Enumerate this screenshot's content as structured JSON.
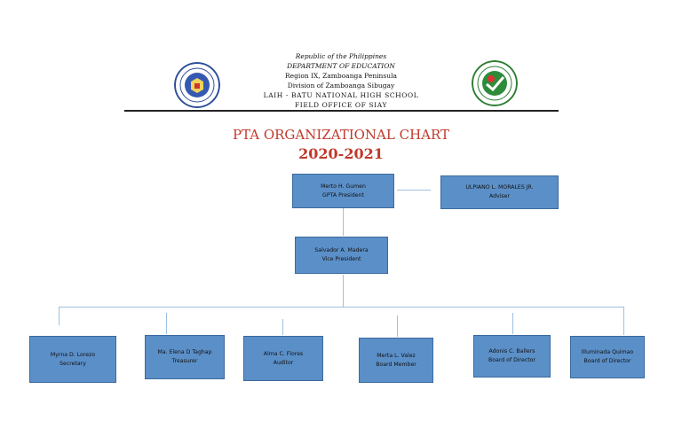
{
  "header": {
    "line1": "Republic of the Philippines",
    "line2": "DEPARTMENT OF EDUCATION",
    "line3": "Region IX, Zamboanga Peninsula",
    "line4": "Division of Zamboanga Sibugay",
    "line5": "LAIH - BATU NATIONAL HIGH SCHOOL",
    "line6": "FIELD OFFICE OF SIAY"
  },
  "title": "PTA ORGANIZATIONAL CHART",
  "year": "2020-2021",
  "nodes": {
    "president": {
      "name": "Merto H. Gumen",
      "role": "GPTA President"
    },
    "adviser": {
      "name": "ULPIANO L. MORALES JR.",
      "role": "Adviser"
    },
    "vice_president": {
      "name": "Salvador A. Madera",
      "role": "Vice President"
    },
    "secretary": {
      "name": "Myrna D. Lorezo",
      "role": "Secretary"
    },
    "treasurer": {
      "name": "Ma. Elena D Taghap",
      "role": "Treasurer"
    },
    "auditor": {
      "name": "Alma C. Flores",
      "role": "Auditor"
    },
    "board_member": {
      "name": "Merta L. Valez",
      "role": "Board Member"
    },
    "director1": {
      "name": "Adonis C. Ballers",
      "role": "Board of Director"
    },
    "director2": {
      "name": "Illuminada Quimao",
      "role": "Board of Director"
    }
  },
  "colors": {
    "box": "#5b8fc8",
    "connector": "#9ec0e0",
    "title": "#c0392b"
  }
}
